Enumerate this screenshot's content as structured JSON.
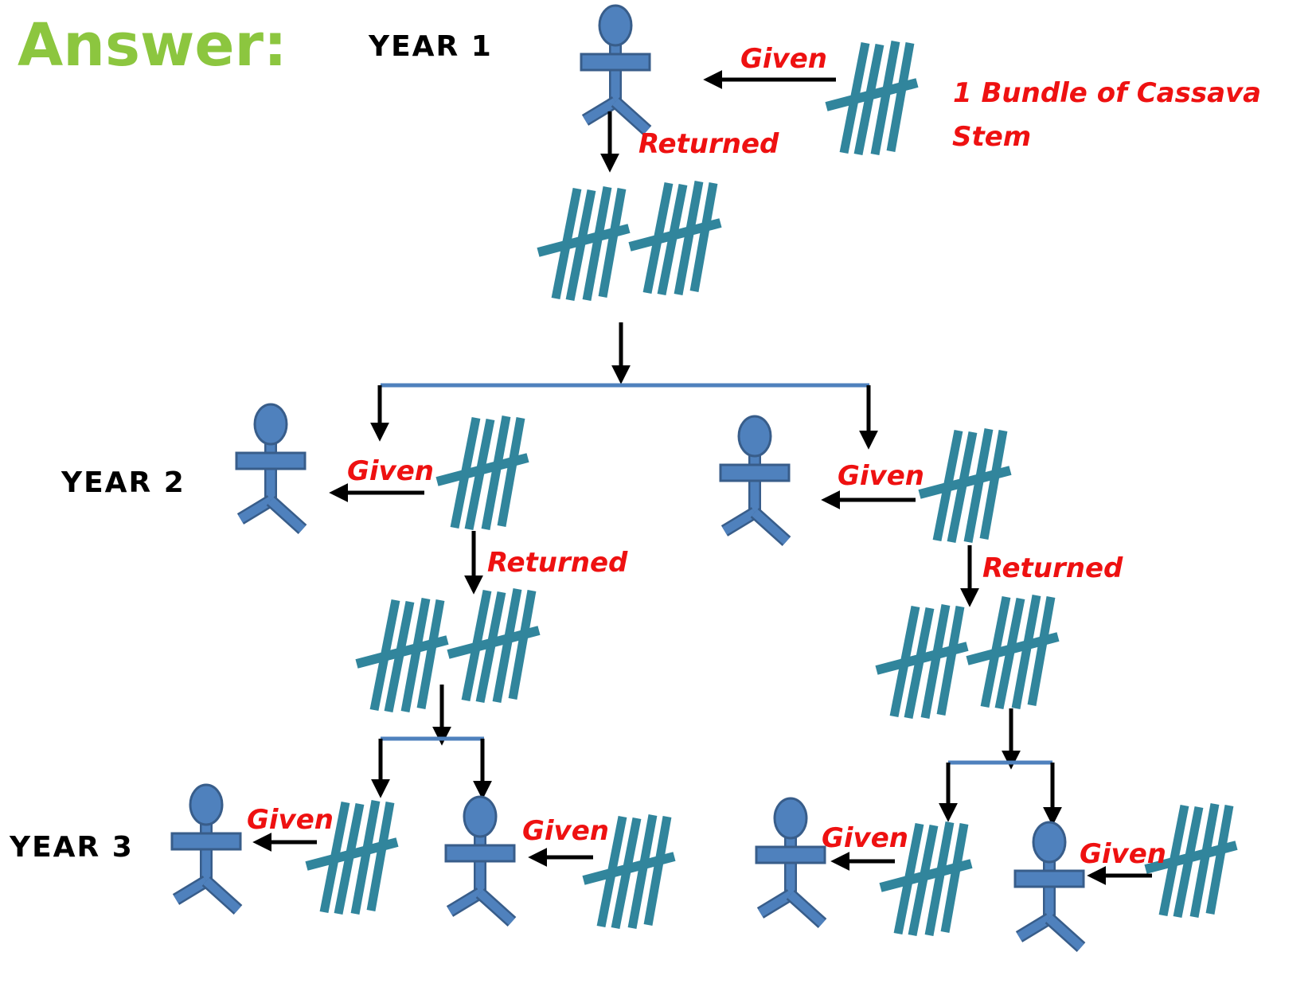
{
  "title": "Answer:",
  "years": {
    "year1": "YEAR 1",
    "year2": "YEAR 2",
    "year3": "YEAR 3"
  },
  "labels": {
    "given": "Given",
    "returned": "Returned",
    "bundle_line1": "1 Bundle of Cassava",
    "bundle_line2": "Stem"
  },
  "colors": {
    "title": "#8cc63f",
    "person_fill": "#4f81bd",
    "person_stroke": "#385d8a",
    "bundle": "#31859c",
    "arrow": "#000000",
    "branch_line": "#4f81bd",
    "label_red": "#ee1111"
  },
  "icons": {
    "person": "stick-figure-icon",
    "bundle": "cassava-stem-bundle-icon",
    "arrow": "arrow-icon"
  }
}
